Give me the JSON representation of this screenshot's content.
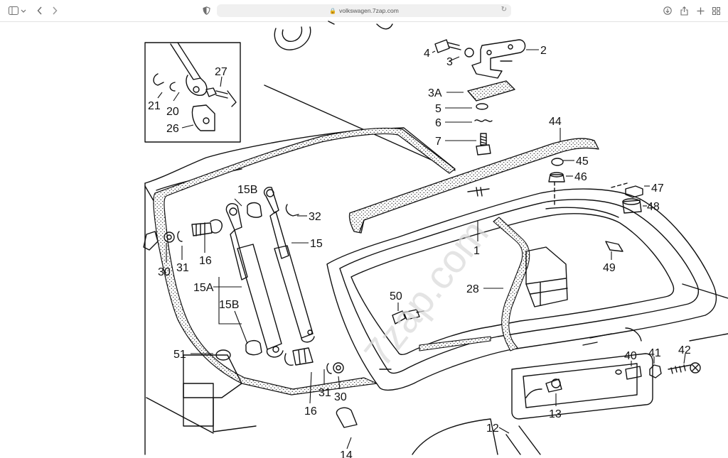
{
  "browser": {
    "url": "volkswagen.7zap.com",
    "back_icon": "chevron-left-icon",
    "forward_icon": "chevron-right-icon",
    "sidebar_icon": "sidebar-icon",
    "privacy_icon": "shield-icon",
    "download_icon": "download-icon",
    "share_icon": "share-icon",
    "newtab_icon": "plus-icon",
    "tabs_icon": "tabs-grid-icon"
  },
  "diagram": {
    "watermark": "7zap.com",
    "callouts": {
      "c1": "1",
      "c2": "2",
      "c3": "3",
      "c3a": "3A",
      "c4": "4",
      "c5": "5",
      "c6": "6",
      "c7": "7",
      "c12": "12",
      "c13": "13",
      "c14": "14",
      "c15": "15",
      "c15a": "15A",
      "c15b_top": "15B",
      "c15b_low": "15B",
      "c16a": "16",
      "c16b": "16",
      "c20": "20",
      "c21": "21",
      "c26": "26",
      "c27": "27",
      "c28": "28",
      "c30a": "30",
      "c30b": "30",
      "c31a": "31",
      "c31b": "31",
      "c32": "32",
      "c40": "40",
      "c41": "41",
      "c42": "42",
      "c44": "44",
      "c45": "45",
      "c46": "46",
      "c47": "47",
      "c48": "48",
      "c49": "49",
      "c50": "50",
      "c51": "51"
    }
  }
}
